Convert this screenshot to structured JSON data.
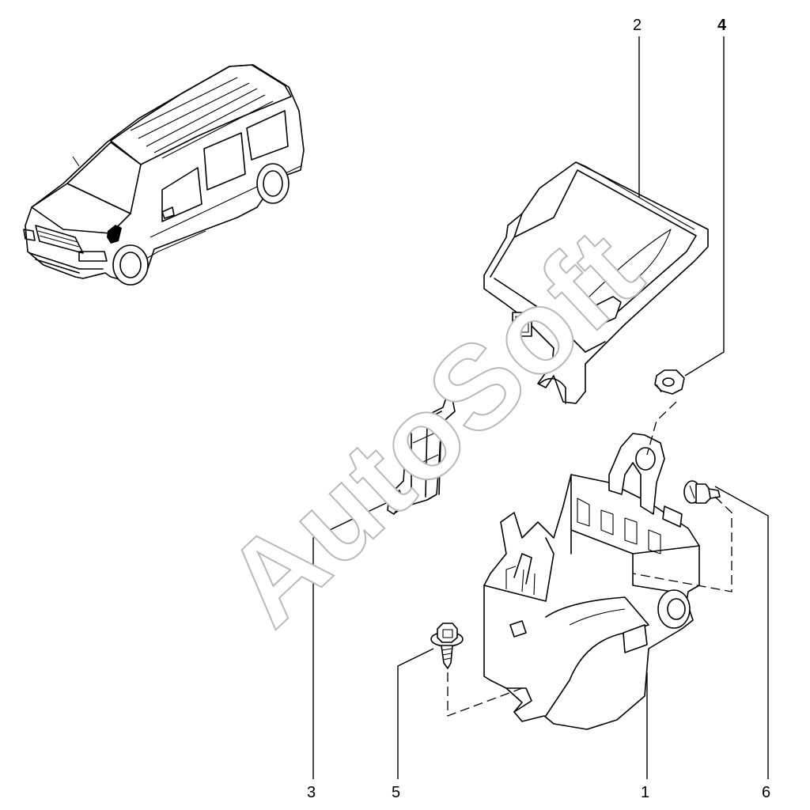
{
  "diagram": {
    "watermark": "AutoSoft",
    "callouts": [
      "1",
      "2",
      "3",
      "4",
      "5",
      "6"
    ]
  },
  "parts": [
    {
      "callout": "1",
      "name": "fuse-box-bracket"
    },
    {
      "callout": "2",
      "name": "fuse-box-cover"
    },
    {
      "callout": "3",
      "name": "side-clip"
    },
    {
      "callout": "4",
      "name": "nut"
    },
    {
      "callout": "5",
      "name": "screw"
    },
    {
      "callout": "6",
      "name": "bolt"
    }
  ]
}
